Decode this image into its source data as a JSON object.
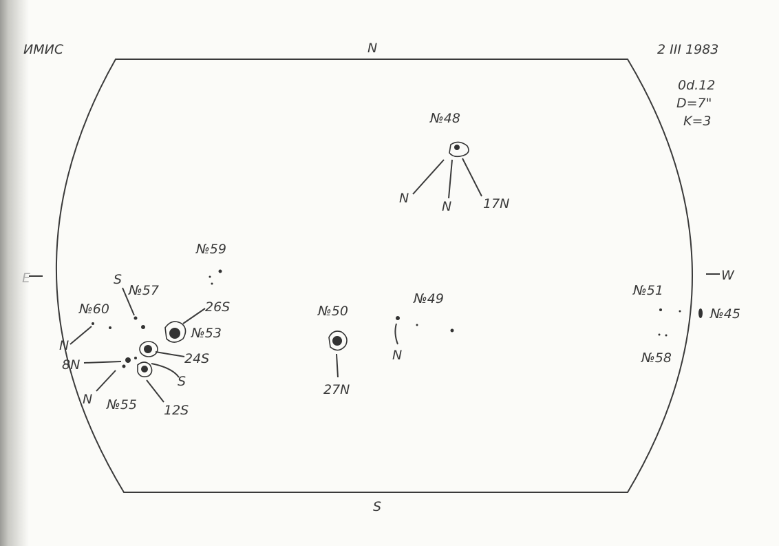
{
  "header": {
    "observatory": "ИМИС",
    "date": "2 III 1983",
    "time": "0d.12",
    "diameter": "D=7\"",
    "k_value": "K=3"
  },
  "directions": {
    "north": "N",
    "south": "S",
    "east": "E",
    "west": "W"
  },
  "groups": {
    "g48": {
      "label": "№48",
      "pol": [
        "N",
        "N",
        "17N"
      ]
    },
    "g59": {
      "label": "№59"
    },
    "g57": {
      "label": "№57",
      "pol": [
        "S"
      ]
    },
    "g60": {
      "label": "№60",
      "pol": [
        "N"
      ]
    },
    "g53": {
      "label": "№53",
      "pol": [
        "26S"
      ]
    },
    "g55": {
      "label": "№55",
      "pol": [
        "24S",
        "8N",
        "S",
        "N",
        "12S"
      ]
    },
    "g50": {
      "label": "№50",
      "pol": [
        "27N"
      ]
    },
    "g49": {
      "label": "№49",
      "pol": [
        "N"
      ]
    },
    "g51": {
      "label": "№51"
    },
    "g45": {
      "label": "№45"
    },
    "g58": {
      "label": "№58"
    }
  }
}
